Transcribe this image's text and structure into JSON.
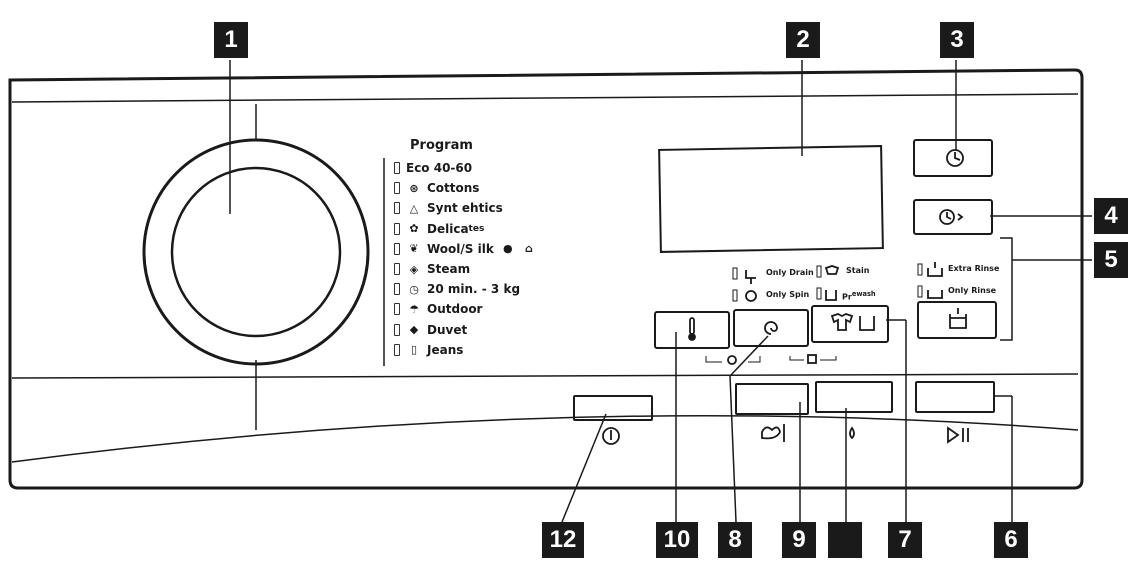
{
  "callouts": [
    {
      "num": "1"
    },
    {
      "num": "2"
    },
    {
      "num": "3"
    },
    {
      "num": "4"
    },
    {
      "num": "5"
    },
    {
      "num": "12"
    },
    {
      "num": "10"
    },
    {
      "num": "8"
    },
    {
      "num": "9"
    },
    {
      "num": "7"
    },
    {
      "num": "6"
    }
  ],
  "program": {
    "title": "Program",
    "items": [
      {
        "label": "Eco 40-60",
        "icon": "none"
      },
      {
        "label": "Cottons",
        "icon": "cotton-icon"
      },
      {
        "label": "Synt ehtics",
        "icon": "synthetics-triangle-icon"
      },
      {
        "label": "Delica",
        "sup": "tes",
        "icon": "delicates-icon"
      },
      {
        "label": "Wool/S ilk",
        "icon": "wool-icon"
      },
      {
        "label": "Steam",
        "icon": "steam-icon"
      },
      {
        "label": "20 min. - 3 kg",
        "icon": "timer-icon"
      },
      {
        "label": "Outdoor",
        "icon": "outdoor-icon"
      },
      {
        "label": "Duvet",
        "icon": "duvet-icon"
      },
      {
        "label": "Jeans",
        "icon": "jeans-icon"
      }
    ]
  },
  "options": {
    "only_drain": "Only Drain",
    "only_spin": "Only Spin",
    "stain": "Stain",
    "prewash_pre": "Pr",
    "prewash_sup": "ewash",
    "extra_rinse": "Extra Rinse",
    "only_rinse": "Only Rinse"
  },
  "colors": {
    "ink": "#1a1a1a",
    "panel": "#ffffff",
    "callout_bg": "#1a1a1a"
  }
}
